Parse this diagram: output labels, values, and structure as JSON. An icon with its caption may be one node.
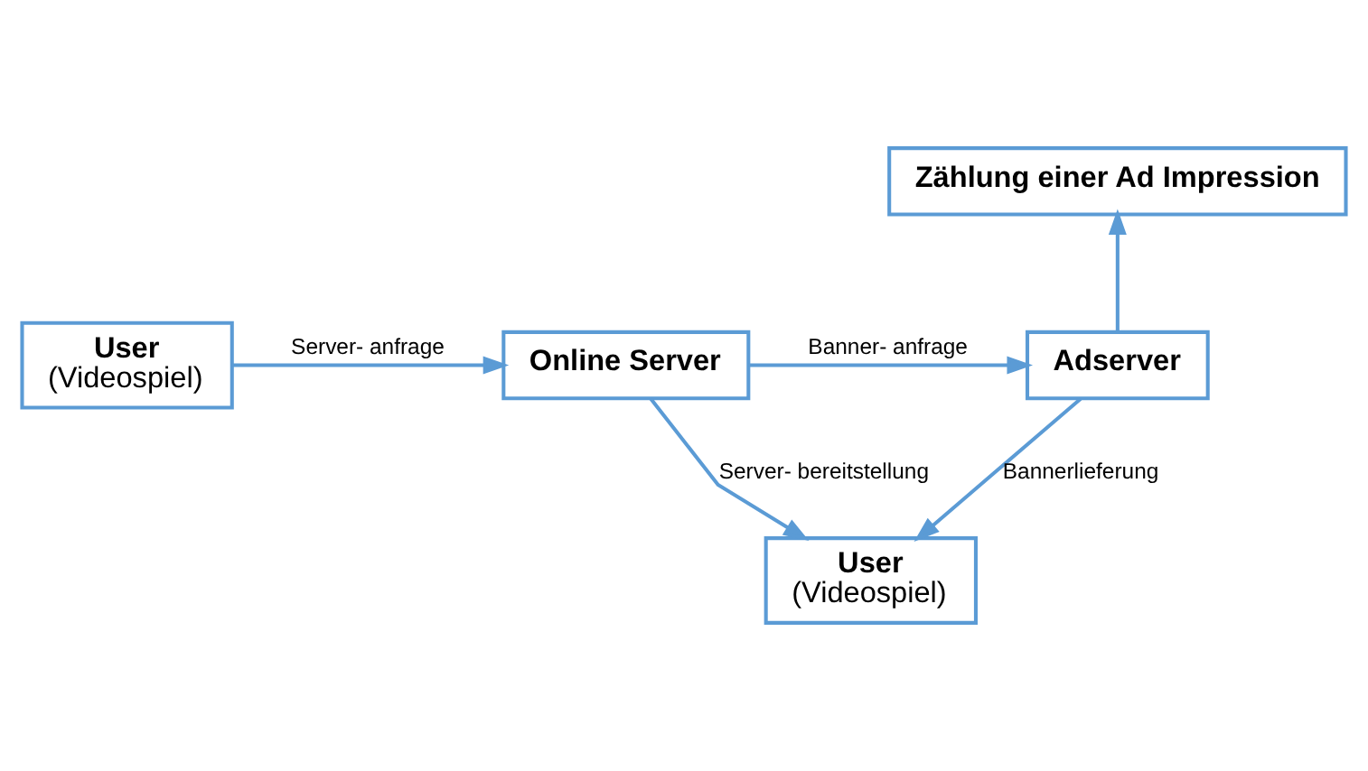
{
  "diagram": {
    "nodes": [
      {
        "text": [
          "Zählung einer Ad Impression"
        ]
      },
      {
        "text": [
          "User",
          "(Videospiel)"
        ]
      },
      {
        "text": [
          "Online Server"
        ]
      },
      {
        "text": [
          "Adserver"
        ]
      },
      {
        "text": [
          "User",
          "(Videospiel)"
        ]
      }
    ],
    "edges": [
      {
        "from": 1,
        "to": 2,
        "arrow": "to",
        "label": "Server- anfrage"
      },
      {
        "from": 2,
        "to": 3,
        "arrow": "to",
        "label": "Banner- anfrage"
      },
      {
        "from": 3,
        "to": 0,
        "arrow": "to"
      },
      {
        "from": 2,
        "to": 4,
        "arrow": "to",
        "label": "Server- bereitstellung"
      },
      {
        "from": 3,
        "to": 4,
        "arrow": "to",
        "label": "Bannerlieferung"
      }
    ]
  }
}
